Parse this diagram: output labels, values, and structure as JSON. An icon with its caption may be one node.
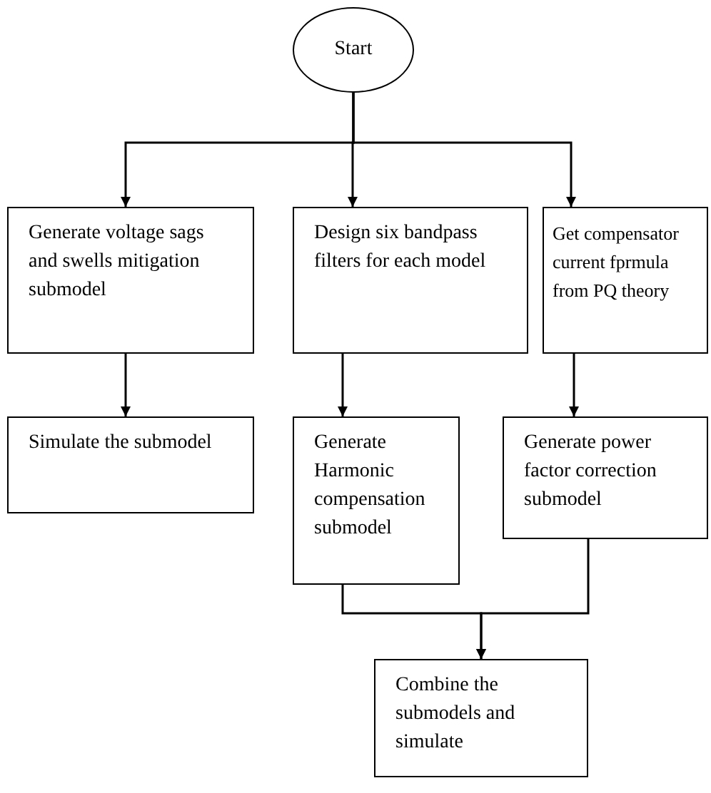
{
  "diagram": {
    "nodes": [
      {
        "text": [
          "Start"
        ]
      },
      {
        "text": [
          "Generate voltage sags and swells mitigation submodel"
        ]
      },
      {
        "text": [
          "Design six bandpass filters for each model"
        ]
      },
      {
        "text": [
          "Get compensator current fprmula from PQ theory"
        ]
      },
      {
        "text": [
          "Simulate the submodel"
        ]
      },
      {
        "text": [
          "Generate Harmonic compensation submodel"
        ]
      },
      {
        "text": [
          "Generate power factor correction submodel"
        ]
      },
      {
        "text": [
          "Combine the submodels and simulate"
        ]
      }
    ],
    "edges": [
      {
        "from": 0,
        "to": 1,
        "arrow": "to"
      },
      {
        "from": 0,
        "to": 2,
        "arrow": "to"
      },
      {
        "from": 0,
        "to": 3,
        "arrow": "to"
      },
      {
        "from": 1,
        "to": 4,
        "arrow": "to"
      },
      {
        "from": 2,
        "to": 5,
        "arrow": "to"
      },
      {
        "from": 3,
        "to": 6,
        "arrow": "to"
      },
      {
        "from": 5,
        "to": 7,
        "arrow": "to"
      },
      {
        "from": 6,
        "to": 7,
        "arrow": "to"
      }
    ]
  }
}
